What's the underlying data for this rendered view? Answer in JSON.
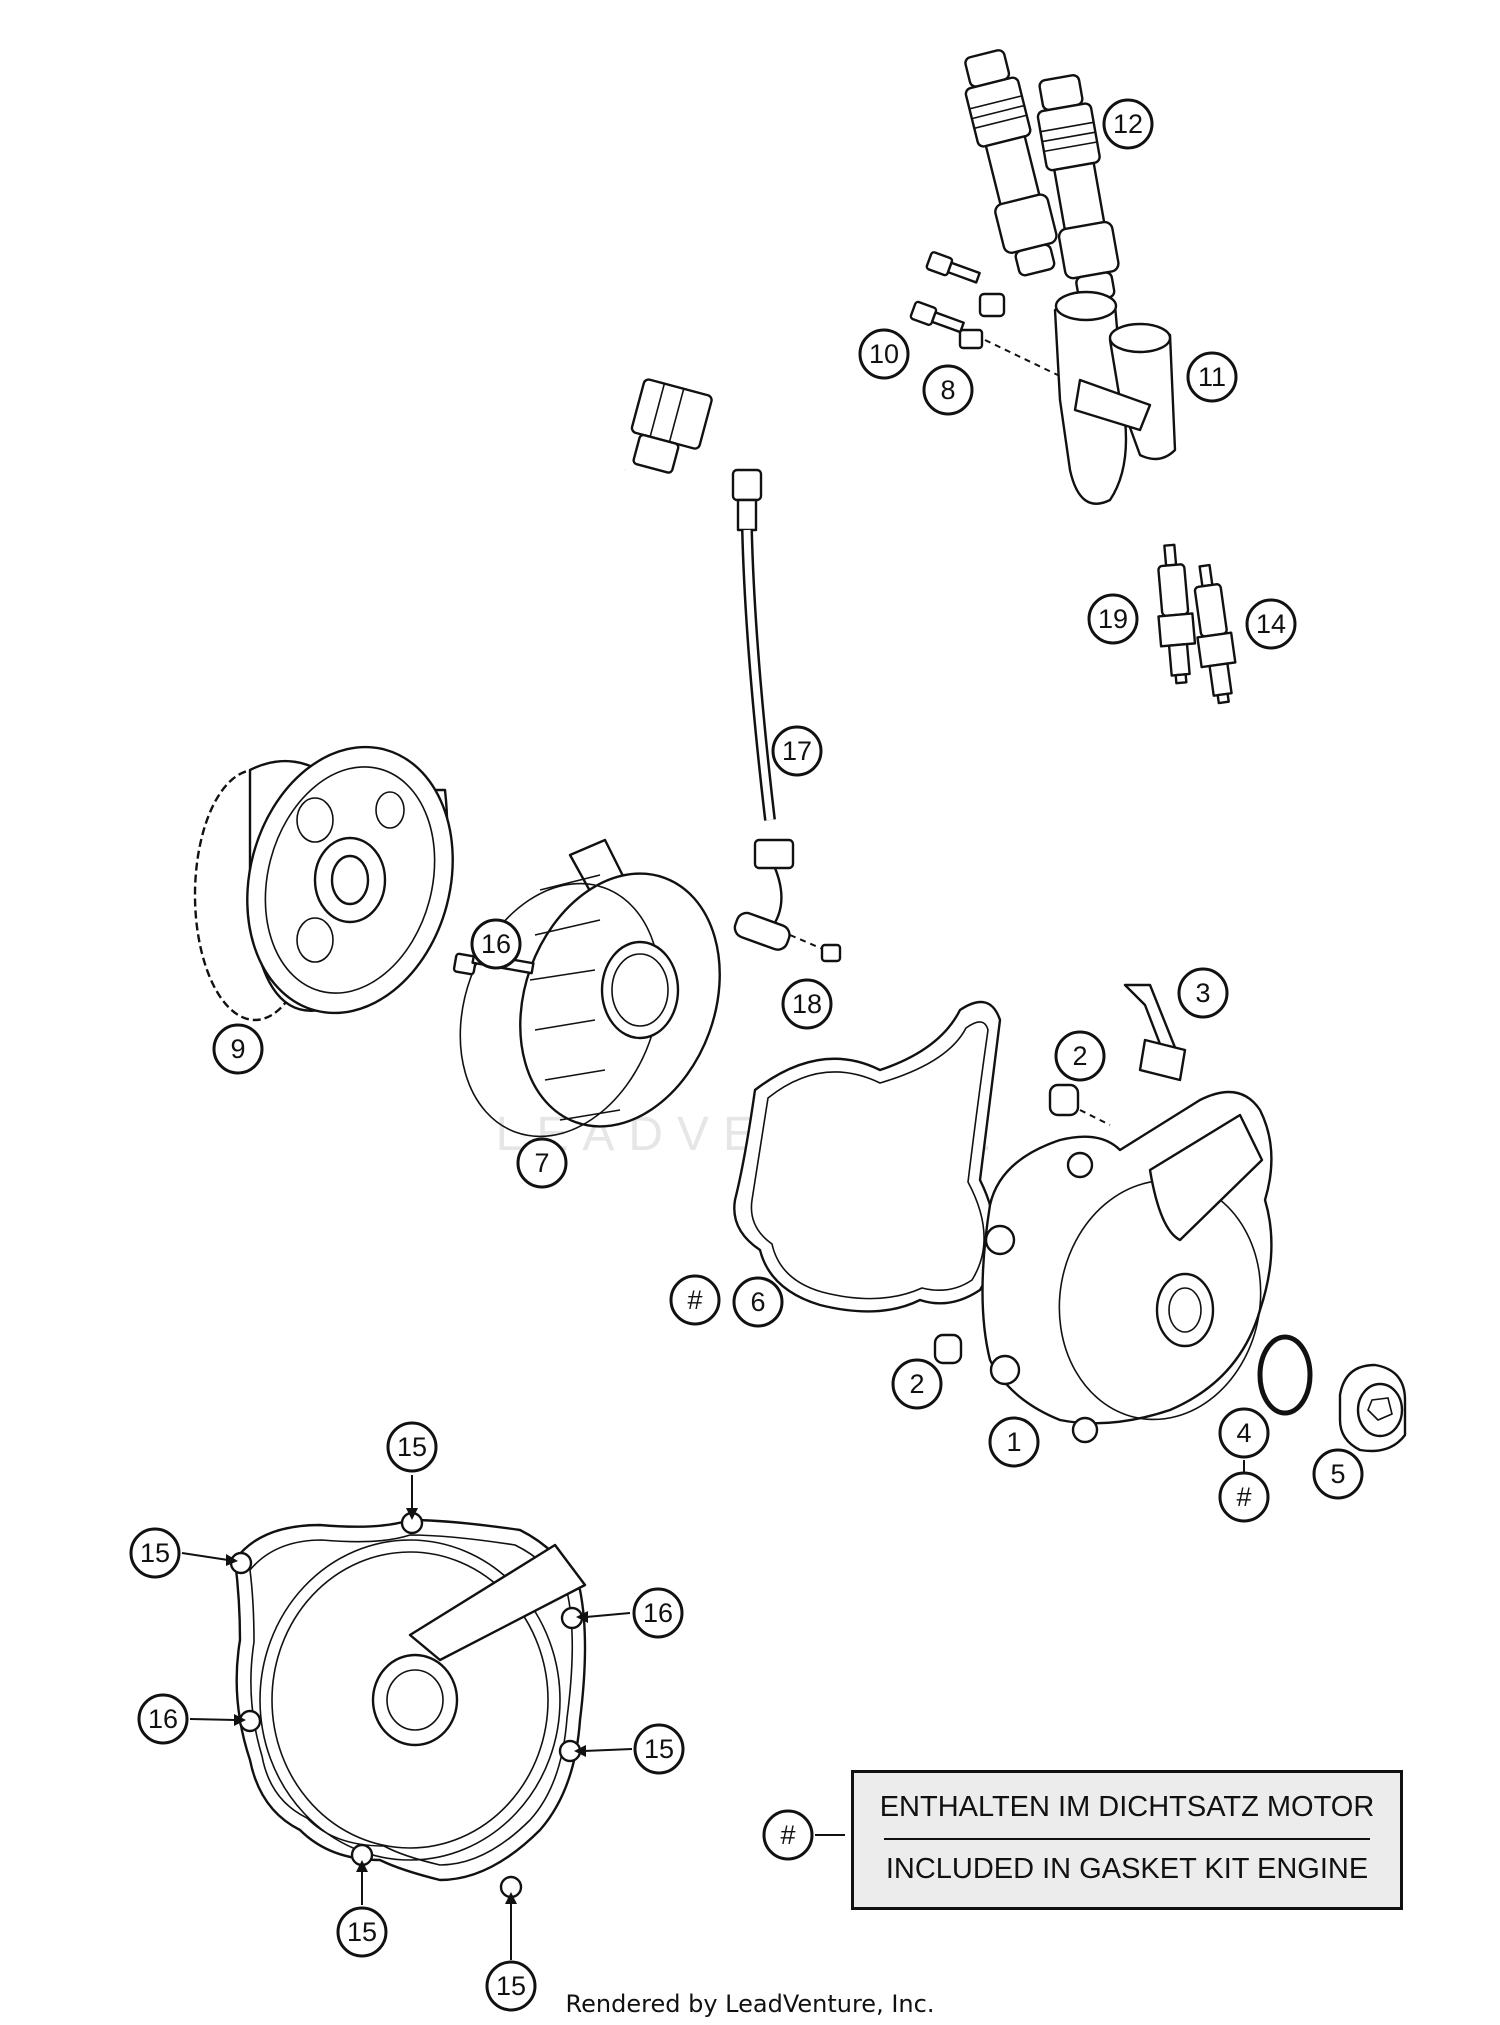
{
  "callouts": [
    {
      "label": "1"
    },
    {
      "label": "2"
    },
    {
      "label": "2"
    },
    {
      "label": "3"
    },
    {
      "label": "4"
    },
    {
      "label": "#"
    },
    {
      "label": "5"
    },
    {
      "label": "#"
    },
    {
      "label": "6"
    },
    {
      "label": "7"
    },
    {
      "label": "8"
    },
    {
      "label": "9"
    },
    {
      "label": "10"
    },
    {
      "label": "11"
    },
    {
      "label": "12"
    },
    {
      "label": "14"
    },
    {
      "label": "19"
    },
    {
      "label": "16"
    },
    {
      "label": "17"
    },
    {
      "label": "18"
    },
    {
      "label": "15"
    },
    {
      "label": "15"
    },
    {
      "label": "16"
    },
    {
      "label": "16"
    },
    {
      "label": "15"
    },
    {
      "label": "15"
    },
    {
      "label": "15"
    },
    {
      "label": "#"
    }
  ],
  "note": {
    "line1": "ENTHALTEN IM DICHTSATZ MOTOR",
    "line2": "INCLUDED IN GASKET KIT ENGINE"
  },
  "watermark": "LEADVENTURE",
  "footer": "Rendered by LeadVenture, Inc."
}
